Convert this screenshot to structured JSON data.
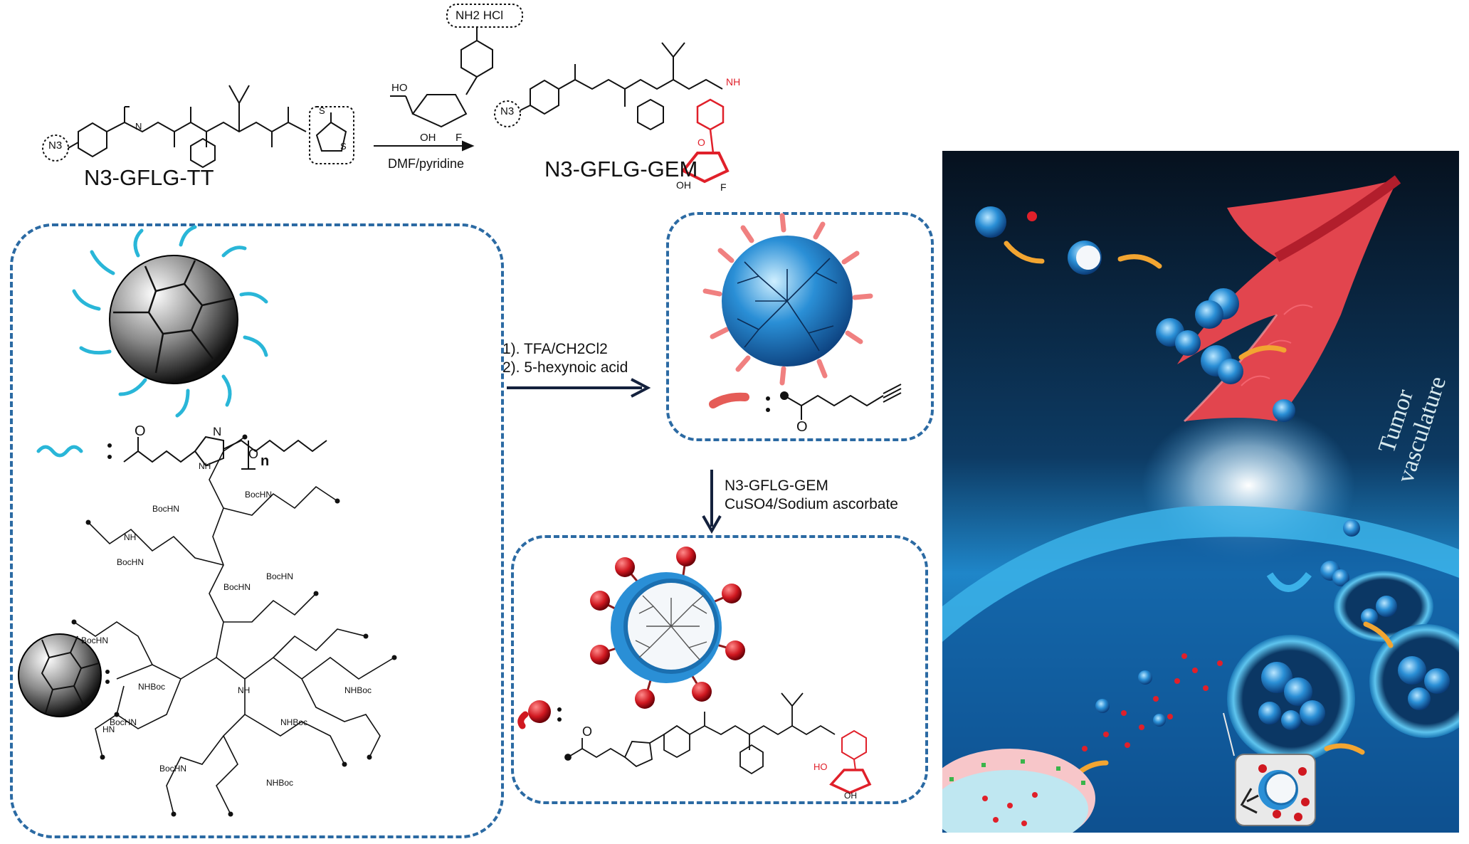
{
  "top_scheme": {
    "reactant_label": "N3-GFLG-TT",
    "reagent_salt": "NH2 HCl",
    "solvent": "DMF/pyridine",
    "product_label": "N3-GFLG-GEM",
    "n3_tag": "N3",
    "atom_o": "O",
    "atom_n": "N",
    "atom_h": "H",
    "atom_s": "S",
    "atom_f": "F",
    "atom_nh": "NH",
    "atom_ho": "HO",
    "atom_oh": "OH"
  },
  "step1": {
    "line1": "1). TFA/CH2Cl2",
    "line2": "2). 5-hexynoic acid"
  },
  "step2": {
    "line1": "N3-GFLG-GEM",
    "line2": "CuSO4/Sodium ascorbate"
  },
  "left_box": {
    "peg_subscript": "n",
    "dendron_groups": [
      "BocHN",
      "NHBoc",
      "NH",
      "HN"
    ]
  },
  "right_panel": {
    "vessel_label_line1": "Tumor",
    "vessel_label_line2": "vasculature"
  },
  "colors": {
    "box_border": "#2b6aa3",
    "peg_chain": "#29b6d8",
    "gem_red": "#e0202a",
    "nanoparticle_blue": "#2a8fd6",
    "panel_bg": "#0b1a2c"
  }
}
